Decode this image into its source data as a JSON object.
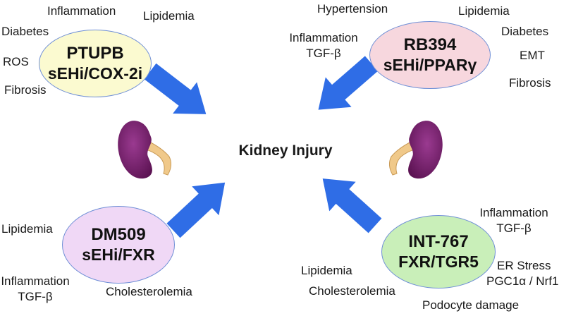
{
  "center": {
    "title": "Kidney Injury"
  },
  "drugs": {
    "ptupb": {
      "name": "PTUPB",
      "target": "sEHi/COX-2i",
      "fill": "#fbfad0"
    },
    "rb394": {
      "name": "RB394",
      "target": "sEHi/PPARγ",
      "fill": "#f7d7de"
    },
    "dm509": {
      "name": "DM509",
      "target": "sEHi/FXR",
      "fill": "#f0d8f6"
    },
    "int767": {
      "name": "INT-767",
      "target": "FXR/TGR5",
      "fill": "#c9efb9"
    }
  },
  "labels": {
    "ptupb": [
      "Inflammation",
      "Lipidemia",
      "Diabetes",
      "ROS",
      "Fibrosis"
    ],
    "rb394": [
      "Hypertension",
      "Lipidemia",
      "Inflammation",
      "TGF-β",
      "Diabetes",
      "EMT",
      "Fibrosis"
    ],
    "dm509": [
      "Lipidemia",
      "Inflammation",
      "TGF-β",
      "Cholesterolemia"
    ],
    "int767": [
      "Inflammation",
      "TGF-β",
      "Lipidemia",
      "ER Stress",
      "PGC1α / Nrf1",
      "Cholesterolemia",
      "Podocyte damage"
    ]
  },
  "colors": {
    "arrow": "#2f6de6",
    "ellipse_border": "#6f8fd6",
    "kidney": "#7b1f70",
    "ureter": "#f0c98a"
  },
  "icons": [
    "arrow-icon",
    "kidney-icon"
  ]
}
